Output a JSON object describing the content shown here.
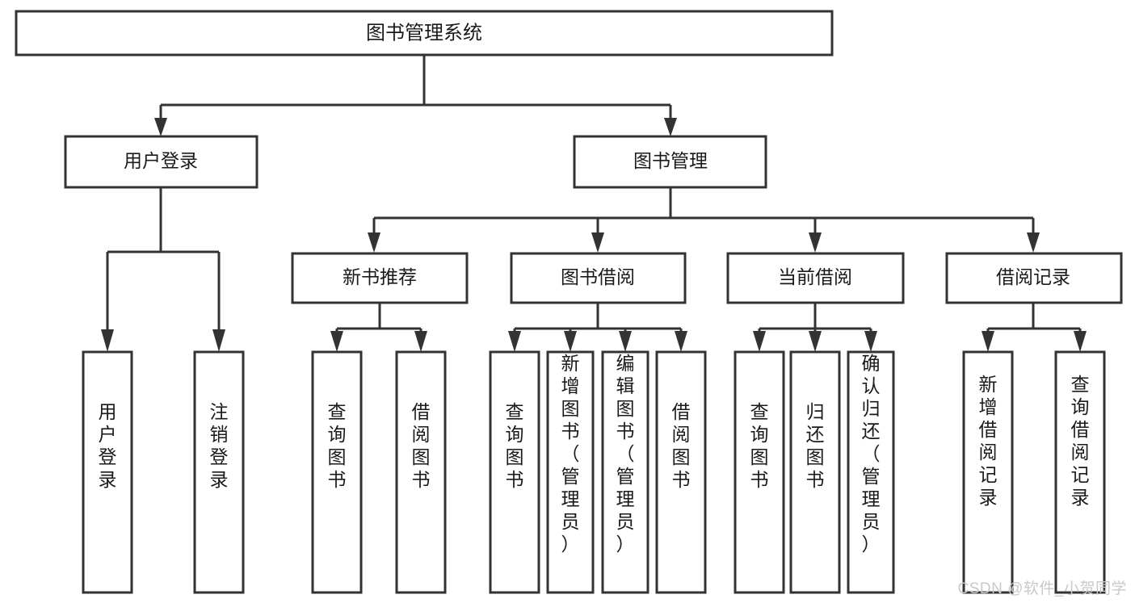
{
  "diagram": {
    "title": "图书管理系统",
    "type": "tree-hierarchy",
    "watermark": "CSDN @软件_小贺同学",
    "colors": {
      "stroke": "#333333",
      "fill": "#ffffff",
      "text": "#1a1a1a",
      "watermark": "#c9c9c9"
    },
    "root": {
      "label": "图书管理系统"
    },
    "level2": [
      {
        "label": "用户登录"
      },
      {
        "label": "图书管理"
      }
    ],
    "level3": [
      {
        "label": "新书推荐"
      },
      {
        "label": "图书借阅"
      },
      {
        "label": "当前借阅"
      },
      {
        "label": "借阅记录"
      }
    ],
    "leaves_user_login": [
      {
        "label": "用户登录"
      },
      {
        "label": "注销登录"
      }
    ],
    "leaves_new_book": [
      {
        "label": "查询图书"
      },
      {
        "label": "借阅图书"
      }
    ],
    "leaves_borrow": [
      {
        "label": "查询图书"
      },
      {
        "label": "新增图书（管理员）"
      },
      {
        "label": "编辑图书（管理员）"
      },
      {
        "label": "借阅图书"
      }
    ],
    "leaves_current": [
      {
        "label": "查询图书"
      },
      {
        "label": "归还图书"
      },
      {
        "label": "确认归还（管理员）"
      }
    ],
    "leaves_record": [
      {
        "label": "新增借阅记录"
      },
      {
        "label": "查询借阅记录"
      }
    ]
  }
}
